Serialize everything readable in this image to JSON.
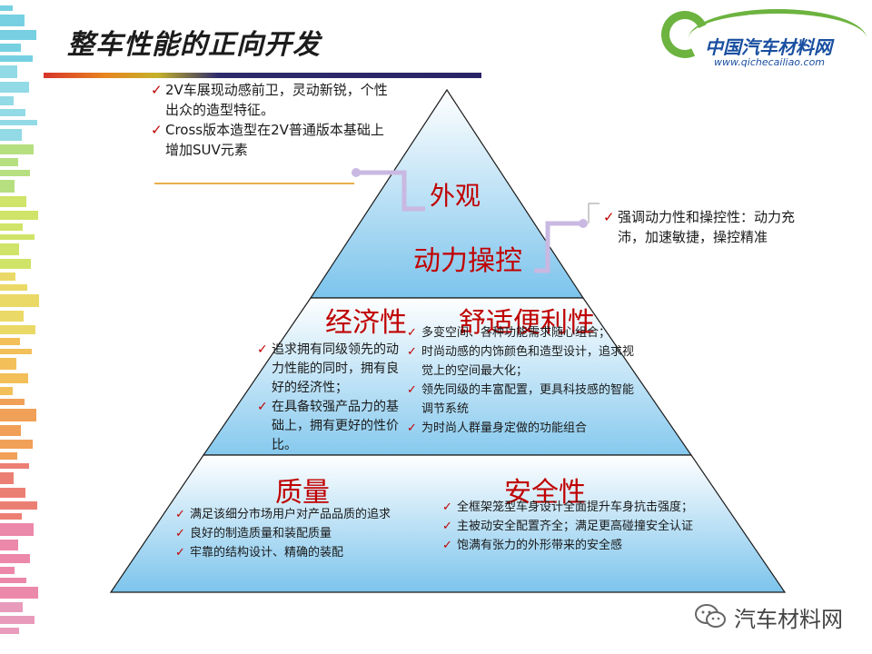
{
  "title": "整车性能的正向开发",
  "logo": {
    "name": "中国汽车材料网",
    "url": "www.qichecailiao.com"
  },
  "levels": {
    "exterior": "外观",
    "power": "动力操控",
    "economy": "经济性",
    "comfort": "舒适便利性",
    "quality": "质量",
    "safety": "安全性"
  },
  "notes": {
    "exterior": [
      "2V车展现动感前卫，灵动新锐，个性出众的造型特征。",
      "Cross版本造型在2V普通版本基础上增加SUV元素"
    ],
    "power": [
      "强调动力性和操控性：动力充沛，加速敏捷，操控精准"
    ],
    "economy": [
      "追求拥有同级领先的动力性能的同时，拥有良好的经济性；",
      "在具备较强产品力的基础上，拥有更好的性价比。"
    ],
    "comfort": [
      "多变空间、各种功能需求随心组合；",
      "时尚动感的内饰颜色和造型设计，追求视觉上的空间最大化；",
      "领先同级的丰富配置，更具科技感的智能调节系统",
      "为时尚人群量身定做的功能组合"
    ],
    "quality": [
      "满足该细分市场用户对产品品质的追求",
      "良好的制造质量和装配质量",
      "牢靠的结构设计、精确的装配"
    ],
    "safety": [
      "全框架笼型车身设计全面提升车身抗击强度；",
      "主被动安全配置齐全；满足更高碰撞安全认证",
      "饱满有张力的外形带来的安全感"
    ]
  },
  "watermark": "汽车材料网",
  "colors": {
    "accent": "#c00000",
    "pyramid_fill": "#9fd3f0",
    "connector": "#c9b8e2"
  }
}
